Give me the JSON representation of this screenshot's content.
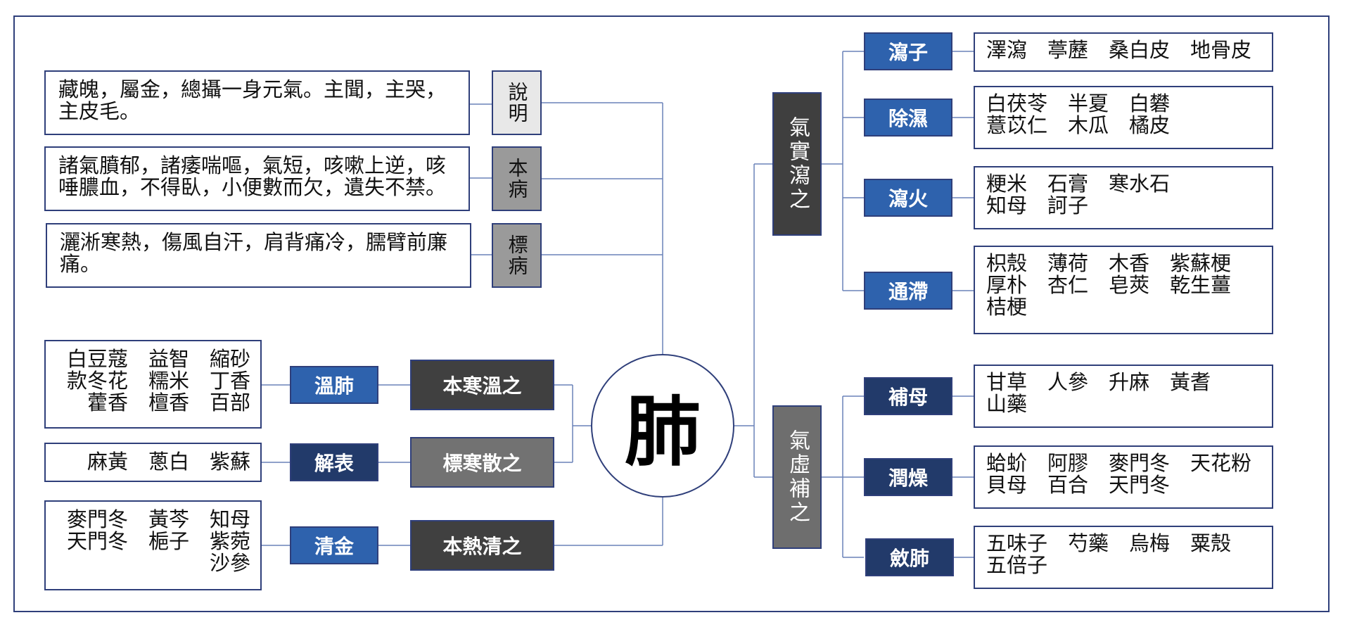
{
  "center": "肺",
  "description": {
    "label": "說明",
    "text": "藏魄，屬金，總攝一身元氣。主聞，主哭，\n主皮毛。"
  },
  "root_disease": {
    "label": "本病",
    "text": "諸氣膹郁，諸痿喘嘔，氣短，咳嗽上逆，咳\n唾膿血，不得臥，小便數而欠，遺失不禁。"
  },
  "branch_disease": {
    "label": "標病",
    "text": "灑淅寒熱，傷風自汗，肩背痛冷，臑臂前廉\n痛。"
  },
  "left_methods": [
    {
      "method": "本寒溫之",
      "action": "溫肺",
      "herbs": "白豆蔻　益智　縮砂\n款冬花　糯米　丁香\n藿香　檀香　百部"
    },
    {
      "method": "標寒散之",
      "action": "解表",
      "herbs": "麻黃　蔥白　紫蘇"
    },
    {
      "method": "本熱清之",
      "action": "清金",
      "herbs": "麥門冬　黃芩　知母\n天門冬　梔子　紫菀\n沙參"
    }
  ],
  "excess": {
    "label": "氣實瀉之",
    "items": [
      {
        "action": "瀉子",
        "herbs": "澤瀉　葶藶　桑白皮　地骨皮"
      },
      {
        "action": "除濕",
        "herbs": "白茯苓　半夏　白礬\n薏苡仁　木瓜　橘皮"
      },
      {
        "action": "瀉火",
        "herbs": "粳米　石膏　寒水石\n知母　訶子"
      },
      {
        "action": "通滯",
        "herbs": "枳殼　薄荷　木香　紫蘇梗\n厚朴　杏仁　皂莢　乾生薑\n桔梗"
      }
    ]
  },
  "deficiency": {
    "label": "氣虛補之",
    "items": [
      {
        "action": "補母",
        "herbs": "甘草　人參　升麻　黃耆\n山藥"
      },
      {
        "action": "潤燥",
        "herbs": "蛤蚧　阿膠　麥門冬　天花粉\n貝母　百合　天門冬"
      },
      {
        "action": "斂肺",
        "herbs": "五味子　芍藥　烏梅　粟殼\n五倍子"
      }
    ]
  },
  "colors": {
    "border": "#2f3f7a",
    "blue_tag": "#2e62ad",
    "navy_tag": "#223a6a",
    "dark_tag": "#404040",
    "grey_tag": "#727272"
  }
}
